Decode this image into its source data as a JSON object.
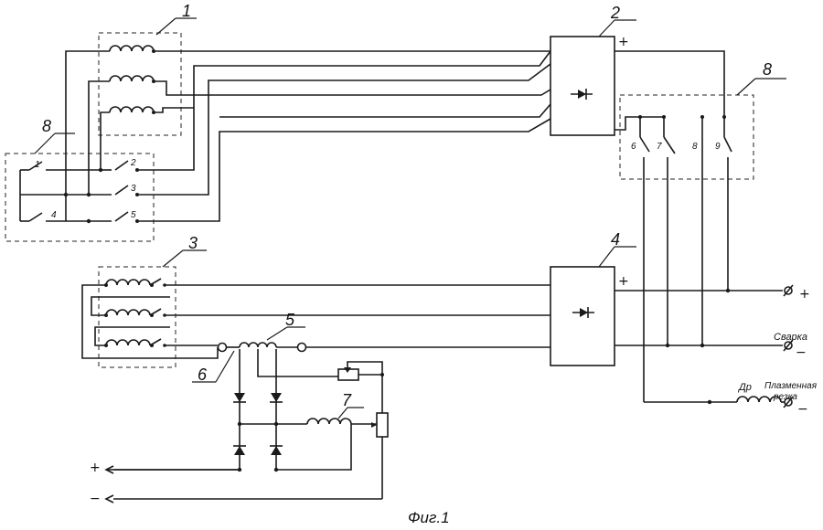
{
  "labels": {
    "block1": "1",
    "block2": "2",
    "block3": "3",
    "block4": "4",
    "choke5": "5",
    "node6": "6",
    "coil7": "7",
    "switch_group_left": "8",
    "switch_group_right": "8"
  },
  "switch_numbers": {
    "s1": "1",
    "s2": "2",
    "s3": "3",
    "s4": "4",
    "s5": "5",
    "s6": "6",
    "s7": "7",
    "s8": "8",
    "s9": "9"
  },
  "polarity": {
    "block2_plus": "+",
    "block4_plus": "+",
    "out_plus": "+",
    "out_weld_minus": "−",
    "out_plasma_minus": "−",
    "ctrl_plus": "+",
    "ctrl_minus": "−"
  },
  "outputs": {
    "welding": "Сварка",
    "plasma_line1": "Плазменная",
    "plasma_line2": "резка",
    "choke": "Др"
  },
  "caption": "Фиг.1"
}
